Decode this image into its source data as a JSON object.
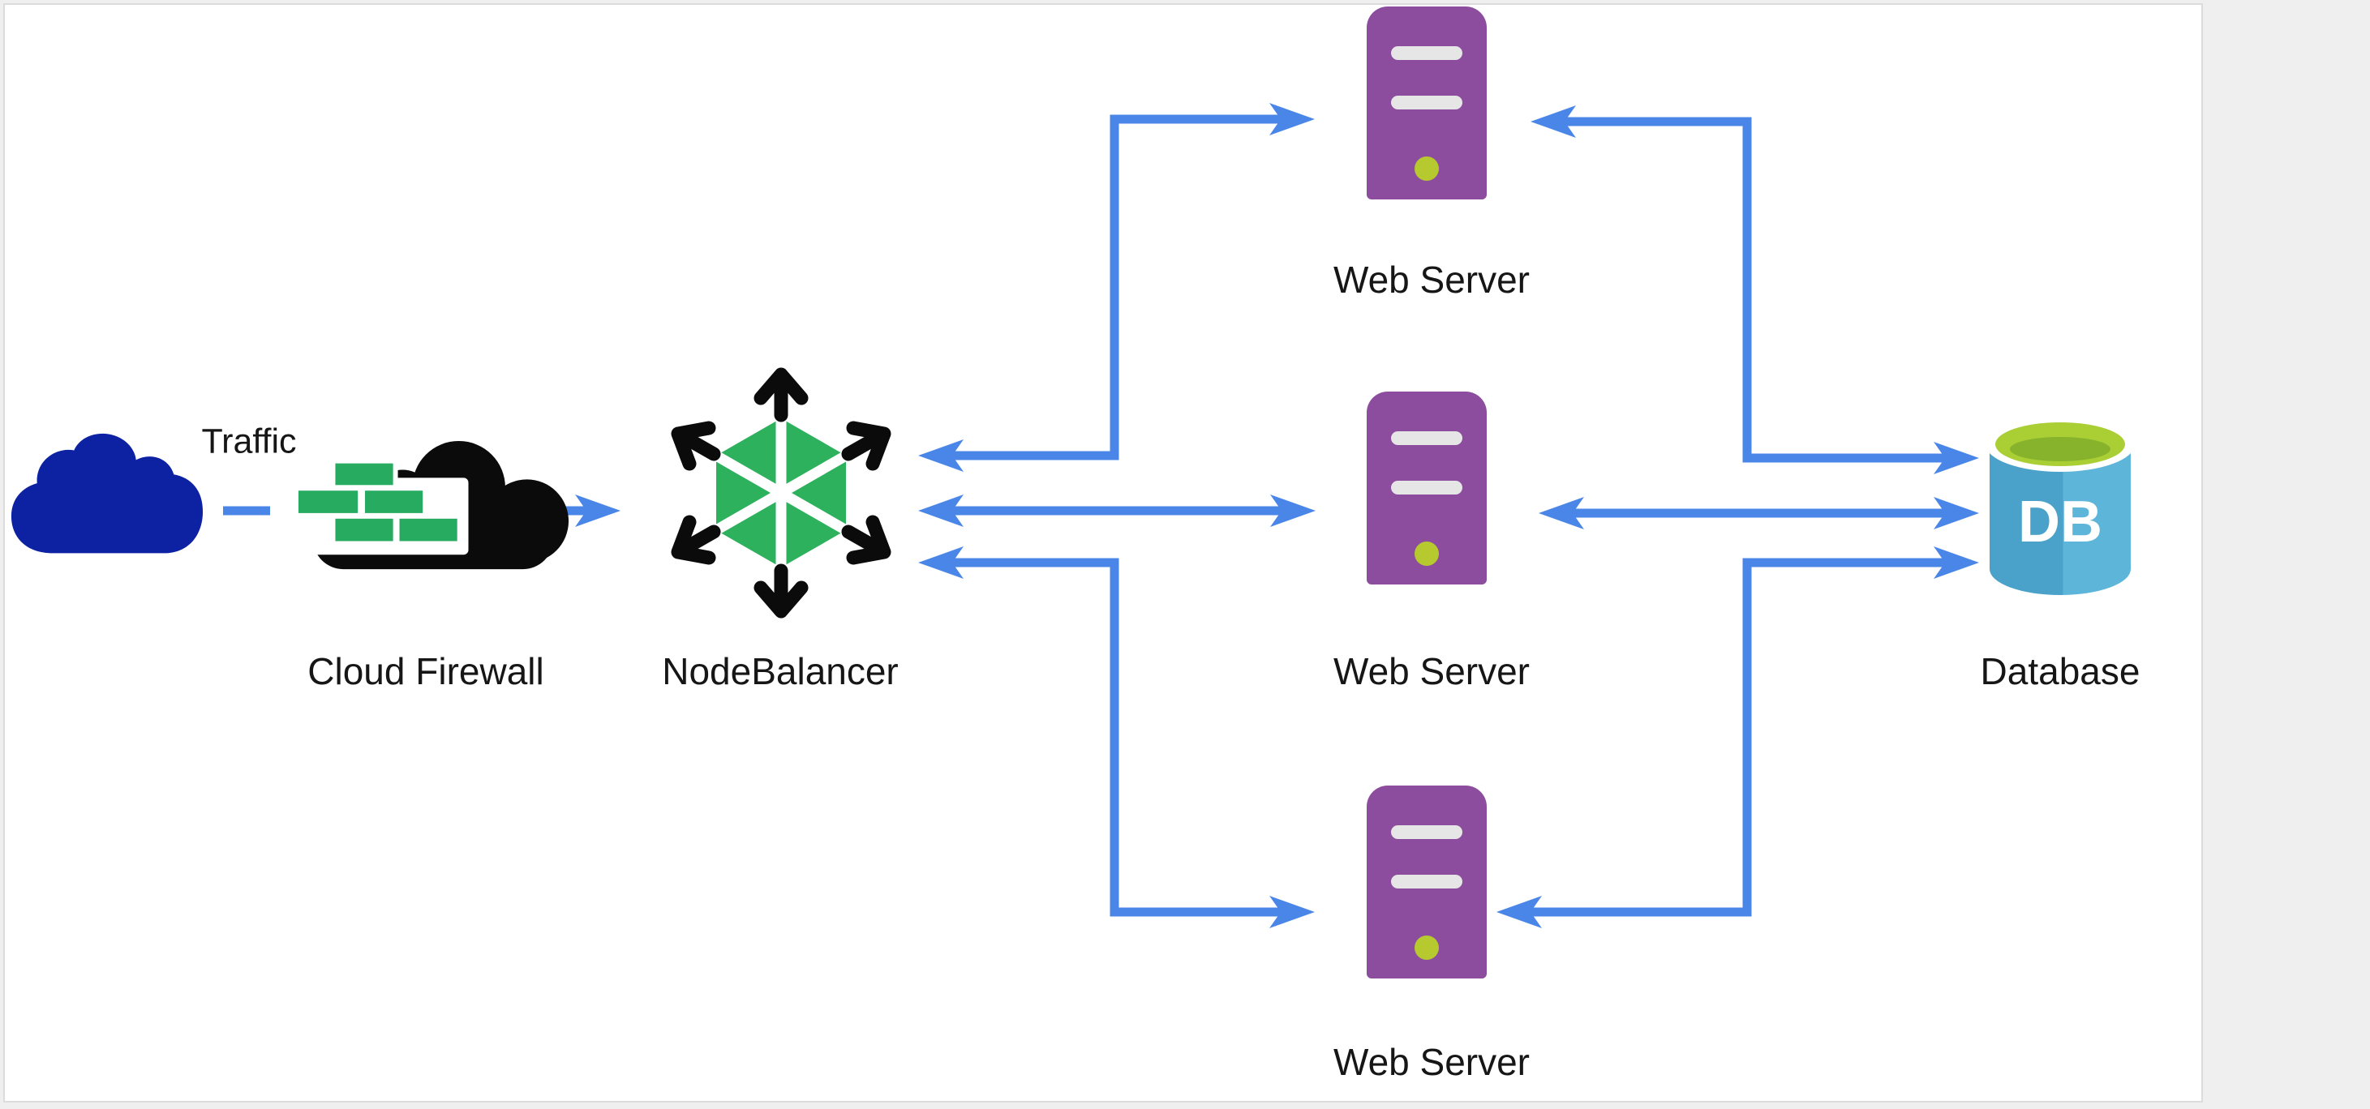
{
  "diagram": {
    "title_implicit": "",
    "labels": {
      "traffic": "Traffic",
      "cloud_firewall": "Cloud Firewall",
      "nodebalancer": "NodeBalancer",
      "web_server_top": "Web Server",
      "web_server_middle": "Web Server",
      "web_server_bottom": "Web Server",
      "database": "Database",
      "db_badge": "DB"
    },
    "colors": {
      "page_bg": "#efefef",
      "canvas_bg": "#ffffff",
      "border_gray": "#dcdcdc",
      "label_text": "#161616",
      "arrow_blue": "#4a86e8",
      "traffic_cloud_navy": "#0c22a3",
      "firewall_black": "#0b0b0b",
      "brick_green": "#27ab60",
      "mortar_white": "#ffffff",
      "nb_green": "#2db15d",
      "nb_black": "#0b0b0b",
      "server_purple": "#8d4d9e",
      "server_slot": "#e6e6e6",
      "server_led": "#b6ca2f",
      "db_blue_left": "#4aa1c9",
      "db_blue_right": "#5db5da",
      "db_lime": "#a9cf35",
      "db_lime_dark": "#87b22c"
    },
    "connections": [
      {
        "from": "Traffic",
        "to": "Cloud Firewall",
        "style": "dashed-line"
      },
      {
        "from": "Cloud Firewall",
        "to": "NodeBalancer",
        "style": "arrow-right"
      },
      {
        "from": "NodeBalancer",
        "to": "Web Server (top)",
        "style": "bidirectional"
      },
      {
        "from": "NodeBalancer",
        "to": "Web Server (middle)",
        "style": "bidirectional"
      },
      {
        "from": "NodeBalancer",
        "to": "Web Server (bottom)",
        "style": "bidirectional"
      },
      {
        "from": "Web Server (top)",
        "to": "Database",
        "style": "bidirectional"
      },
      {
        "from": "Web Server (middle)",
        "to": "Database",
        "style": "bidirectional"
      },
      {
        "from": "Web Server (bottom)",
        "to": "Database",
        "style": "bidirectional"
      }
    ]
  }
}
